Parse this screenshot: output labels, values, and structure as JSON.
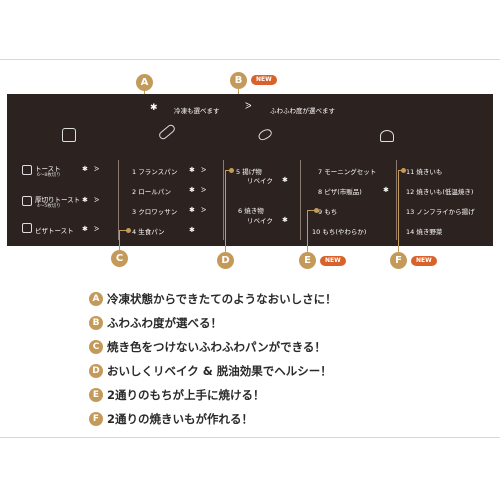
{
  "markers": {
    "a": "A",
    "b": "B",
    "c": "C",
    "d": "D",
    "e": "E",
    "f": "F"
  },
  "new_badge": "NEW",
  "header": {
    "freeze_label": "冷凍も選べます",
    "freeze_symbol": "✱",
    "fluffy_label": "ふわふわ度が選べます",
    "fluffy_symbol": "ᐷ"
  },
  "category_icons": [
    "toast-icon",
    "baguette-icon",
    "fried-food-icon",
    "dish-icon"
  ],
  "col1": [
    {
      "label": "トースト",
      "sub": "6〜8枚切り",
      "icon": "toast-slice-icon"
    },
    {
      "label": "厚切りトースト",
      "sub": "4〜5枚切り",
      "icon": "thick-toast-icon"
    },
    {
      "label": "ピザトースト",
      "sub": "",
      "icon": "pizza-toast-icon"
    }
  ],
  "col2": [
    {
      "label": "1  フランスパン"
    },
    {
      "label": "2  ロールパン"
    },
    {
      "label": "3  クロワッサン"
    },
    {
      "label": "4  生食パン"
    }
  ],
  "col3": [
    {
      "label": "5  揚げ物",
      "label2": "リベイク"
    },
    {
      "label": "6  焼き物",
      "label2": "リベイク"
    }
  ],
  "col4": [
    {
      "label": "7  モーニングセット"
    },
    {
      "label": "8  ピザ(市販品)"
    },
    {
      "label": "9  もち"
    },
    {
      "label": "10  もち(やわらか)"
    }
  ],
  "col5": [
    {
      "label": "11  焼きいも"
    },
    {
      "label": "12  焼きいも(低温焼き)"
    },
    {
      "label": "13  ノンフライから揚げ"
    },
    {
      "label": "14  焼き野菜"
    }
  ],
  "features": [
    {
      "key": "A",
      "text": "冷凍状態からできたてのようなおいしさに！"
    },
    {
      "key": "B",
      "text": "ふわふわ度が選べる！"
    },
    {
      "key": "C",
      "text": "焼き色をつけないふわふわパンができる！"
    },
    {
      "key": "D",
      "text": "おいしくリベイク & 脱油効果でヘルシー！"
    },
    {
      "key": "E",
      "text": "2通りのもちが上手に焼ける！"
    },
    {
      "key": "F",
      "text": "2通りの焼きいもが作れる！"
    }
  ]
}
